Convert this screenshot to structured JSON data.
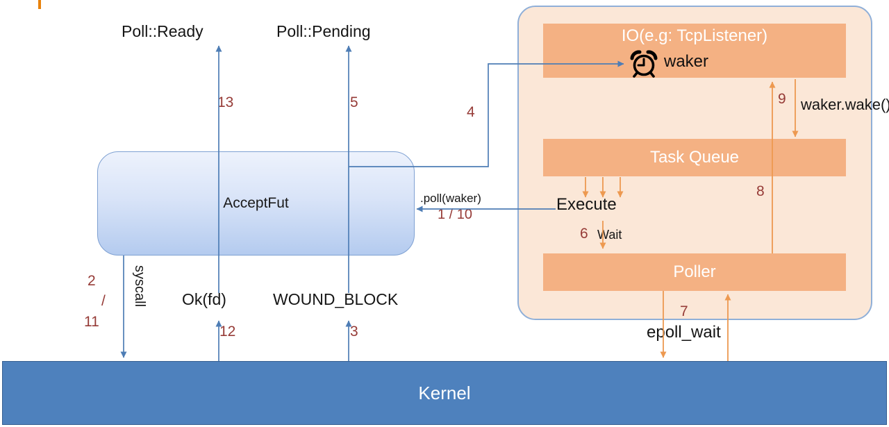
{
  "nodes": {
    "poll_ready": "Poll::Ready",
    "poll_pending": "Poll::Pending",
    "accept_fut": "AcceptFut",
    "kernel": "Kernel",
    "io_block": "IO(e.g: TcpListener)",
    "waker": "waker",
    "task_queue": "Task Queue",
    "execute": "Execute",
    "poller": "Poller"
  },
  "edge_labels": {
    "syscall": "syscall",
    "ok_fd": "Ok(fd)",
    "wound_block": "WOUND_BLOCK",
    "poll_waker": ".poll(waker)",
    "wait": "Wait",
    "waker_wake": "waker.wake()",
    "epoll_wait": "epoll_wait"
  },
  "steps": {
    "n1_10": "1 / 10",
    "n2": "2",
    "slash": "/",
    "n11": "11",
    "n3": "3",
    "n4": "4",
    "n5": "5",
    "n6": "6",
    "n7": "7",
    "n8": "8",
    "n9": "9",
    "n12": "12",
    "n13": "13"
  },
  "colors": {
    "line_blue": "#4E7DB5",
    "arrow_orange": "#ED9950",
    "step_red": "#963B37",
    "bar_orange": "#F4B183",
    "panel_fill": "#FBE7D7",
    "panel_border": "#8FAFD8",
    "kernel_fill": "#4E81BD",
    "kernel_border": "#365F91",
    "future_border": "#7EA0D2",
    "caret_orange": "#E8820C"
  }
}
